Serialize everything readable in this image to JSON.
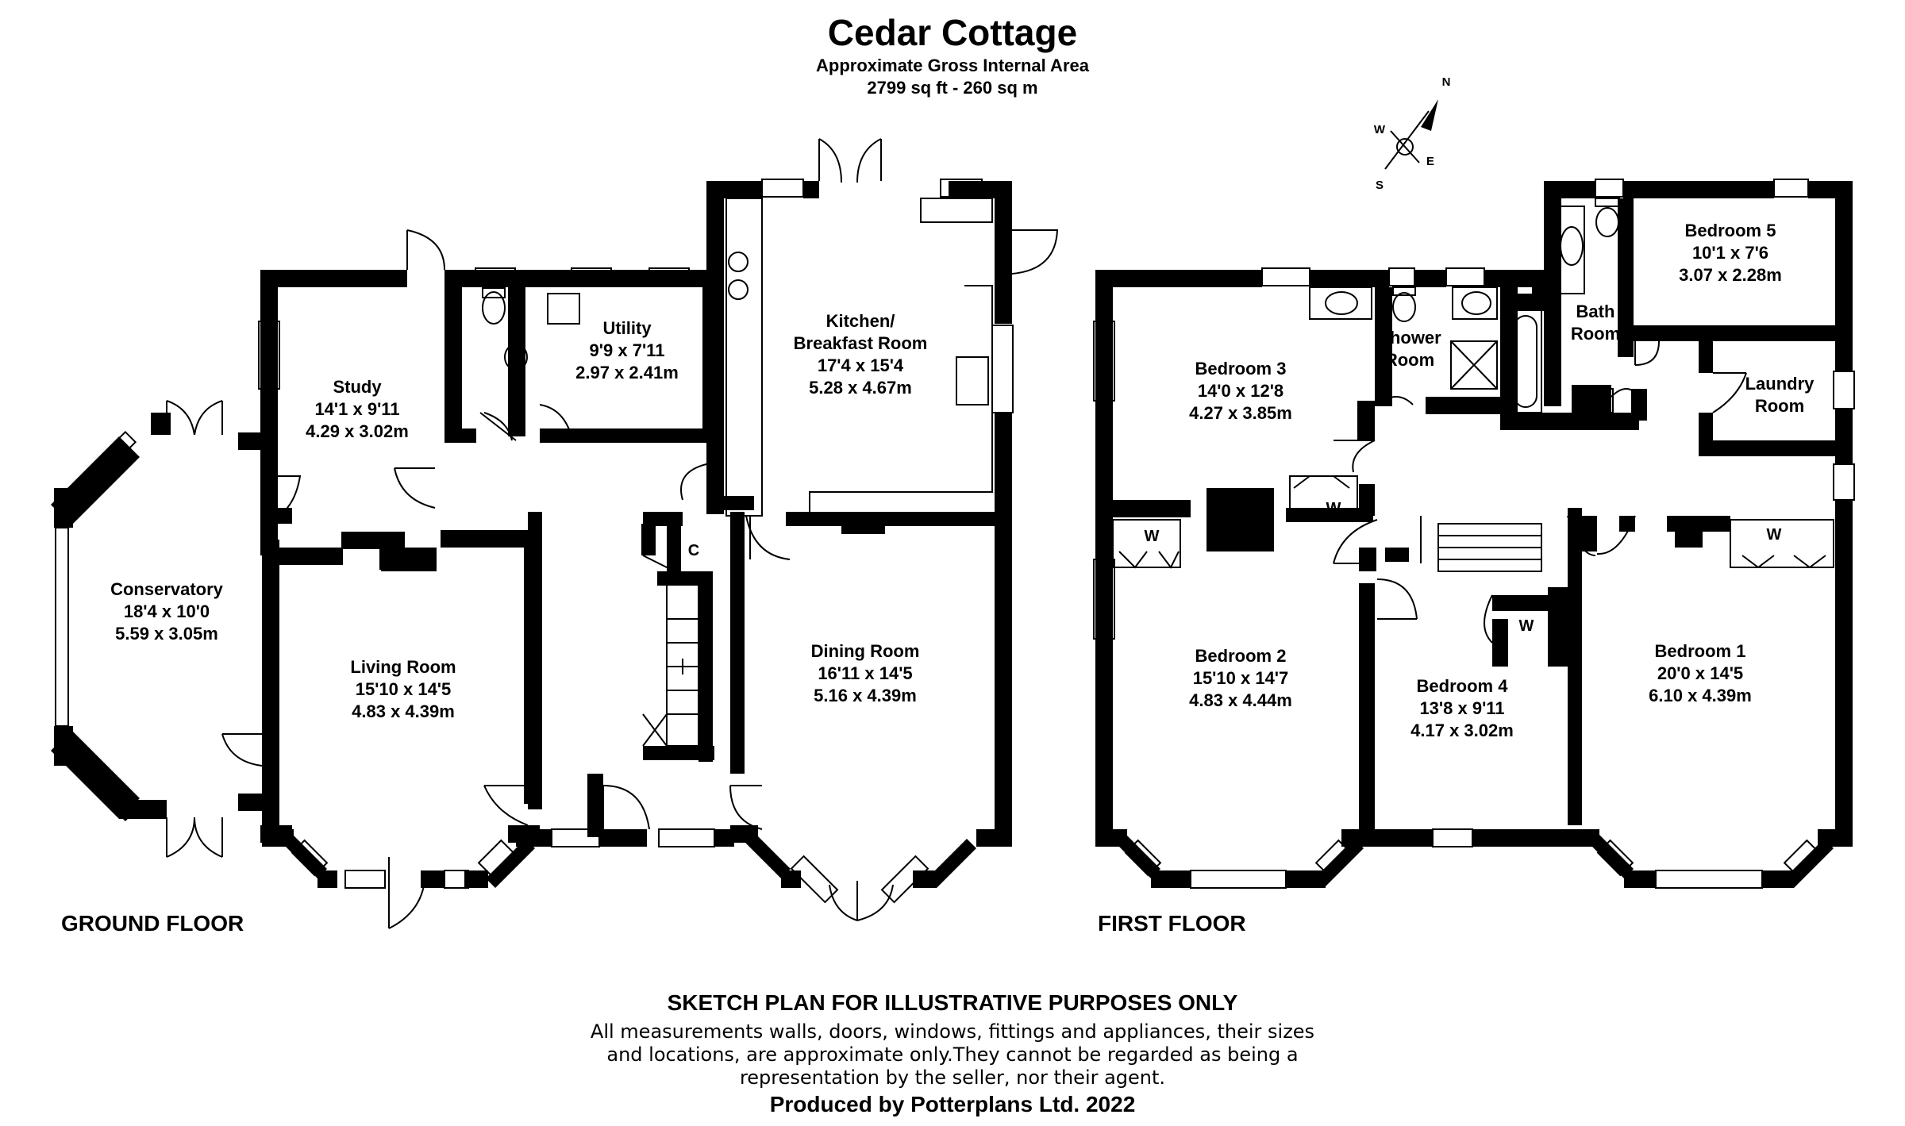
{
  "header": {
    "title": "Cedar Cottage",
    "subtitle": "Approximate Gross Internal Area",
    "area": "2799 sq ft - 260 sq m"
  },
  "compass": {
    "n": "N",
    "s": "S",
    "e": "E",
    "w": "W"
  },
  "floors": {
    "ground": "GROUND FLOOR",
    "first": "FIRST FLOOR"
  },
  "rooms": {
    "study": {
      "name": "Study",
      "imperial": "14'1 x 9'11",
      "metric": "4.29 x 3.02m"
    },
    "utility": {
      "name": "Utility",
      "imperial": "9'9 x 7'11",
      "metric": "2.97 x 2.41m"
    },
    "kitchen": {
      "name1": "Kitchen/",
      "name2": "Breakfast Room",
      "imperial": "17'4 x 15'4",
      "metric": "5.28 x 4.67m"
    },
    "conservatory": {
      "name": "Conservatory",
      "imperial": "18'4 x 10'0",
      "metric": "5.59 x 3.05m"
    },
    "living": {
      "name": "Living Room",
      "imperial": "15'10 x 14'5",
      "metric": "4.83 x 4.39m"
    },
    "dining": {
      "name": "Dining Room",
      "imperial": "16'11 x 14'5",
      "metric": "5.16 x 4.39m"
    },
    "bedroom3": {
      "name": "Bedroom 3",
      "imperial": "14'0 x 12'8",
      "metric": "4.27 x 3.85m"
    },
    "shower": {
      "name1": "Shower",
      "name2": "Room"
    },
    "bath": {
      "name1": "Bath",
      "name2": "Room"
    },
    "bedroom5": {
      "name": "Bedroom 5",
      "imperial": "10'1 x 7'6",
      "metric": "3.07 x 2.28m"
    },
    "laundry": {
      "name1": "Laundry",
      "name2": "Room"
    },
    "bedroom2": {
      "name": "Bedroom 2",
      "imperial": "15'10 x 14'7",
      "metric": "4.83 x 4.44m"
    },
    "bedroom4": {
      "name": "Bedroom 4",
      "imperial": "13'8 x 9'11",
      "metric": "4.17 x 3.02m"
    },
    "bedroom1": {
      "name": "Bedroom 1",
      "imperial": "20'0 x 14'5",
      "metric": "6.10 x 4.39m"
    }
  },
  "cupboard_labels": {
    "c": "C",
    "w": "W"
  },
  "disclaimer": {
    "heading": "SKETCH PLAN FOR ILLUSTRATIVE PURPOSES ONLY",
    "line1": "All measurements walls, doors, windows, fittings and appliances, their sizes",
    "line2": "and locations, are approximate only.They cannot be regarded as being a",
    "line3": "representation by the seller, nor their agent.",
    "credit": "Produced by Potterplans Ltd. 2022"
  }
}
